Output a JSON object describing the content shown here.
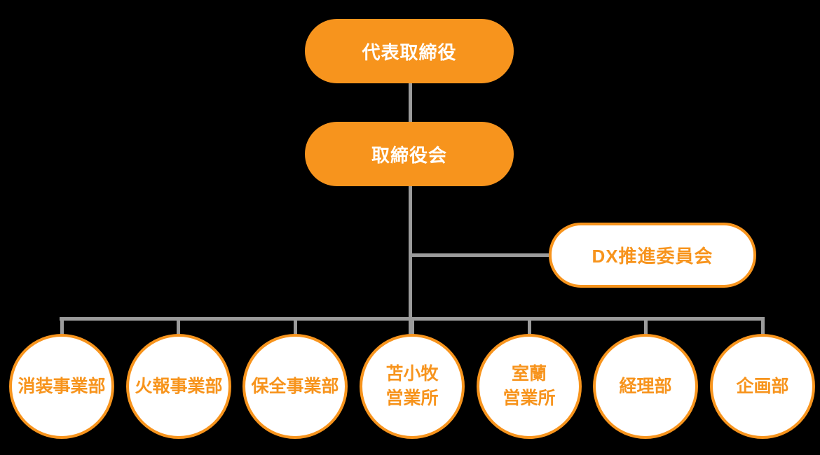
{
  "colors": {
    "orange": "#F7941D",
    "gray": "#9B9B9B",
    "white": "#FFFFFF",
    "background": "#000000"
  },
  "org_chart": {
    "root": {
      "label": "代表取締役"
    },
    "board": {
      "label": "取締役会"
    },
    "committee": {
      "label": "DX推進委員会"
    },
    "departments": [
      {
        "label": "消装事業部"
      },
      {
        "label": "火報事業部"
      },
      {
        "label": "保全事業部"
      },
      {
        "label": "苫小牧\n営業所"
      },
      {
        "label": "室蘭\n営業所"
      },
      {
        "label": "経理部"
      },
      {
        "label": "企画部"
      }
    ]
  }
}
